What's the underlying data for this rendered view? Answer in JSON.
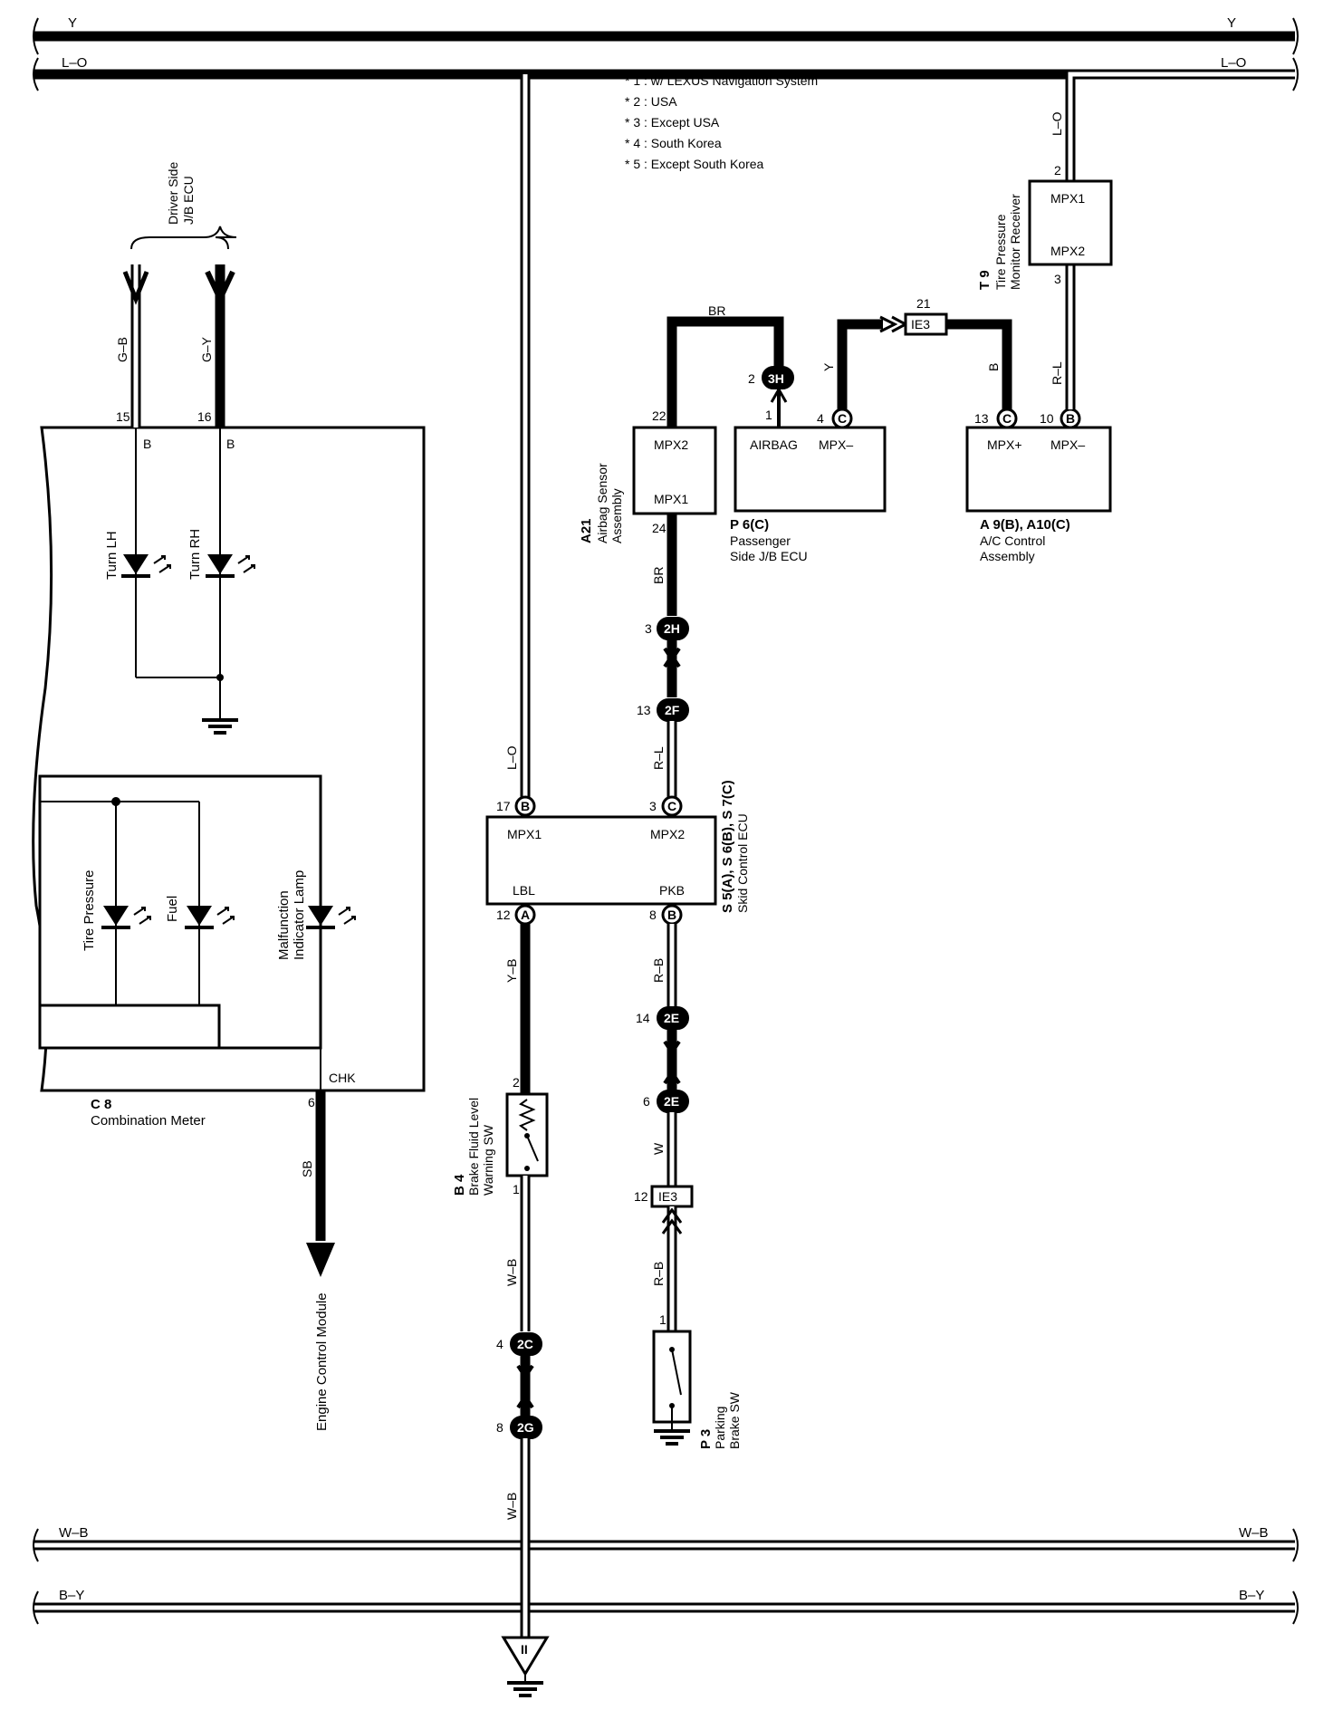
{
  "notes": [
    "* 1 : w/ LEXUS Navigation System",
    "* 2 : USA",
    "* 3 : Except USA",
    "* 4 : South Korea",
    "* 5 : Except South Korea"
  ],
  "buses": {
    "y": "Y",
    "lo": "L–O",
    "wb": "W–B",
    "by": "B–Y"
  },
  "combination_meter": {
    "code": "C 8",
    "name": "Combination Meter",
    "pins": {
      "p15": "15",
      "p16": "16",
      "p6": "6"
    },
    "terminals": {
      "b1": "B",
      "b2": "B",
      "chk": "CHK"
    },
    "lamps": {
      "turn_lh": "Turn LH",
      "turn_rh": "Turn RH",
      "tire_pressure": "Tire Pressure",
      "fuel": "Fuel",
      "malfunction_1": "Malfunction",
      "malfunction_2": "Indicator Lamp"
    },
    "driver_jb_1": "Driver Side",
    "driver_jb_2": "J/B ECU",
    "wire_gb": "G–B",
    "wire_gy": "G–Y",
    "wire_sb": "SB",
    "ecm": "Engine Control Module"
  },
  "airbag_sensor": {
    "code": "A21",
    "name_1": "Airbag Sensor",
    "name_2": "Assembly",
    "mpx2": "MPX2",
    "mpx1": "MPX1",
    "pin22": "22",
    "pin24": "24",
    "wire_br_top": "BR",
    "wire_br_mid": "BR"
  },
  "passenger_jb": {
    "code": "P 6(C)",
    "name_1": "Passenger",
    "name_2": "Side J/B ECU",
    "airbag": "AIRBAG",
    "mpx_minus": "MPX–",
    "conn_3h": "3H",
    "pin2": "2",
    "pin1": "1",
    "pin4": "4",
    "c": "C",
    "wire_y": "Y"
  },
  "ac_control": {
    "code": "A 9(B), A10(C)",
    "name_1": "A/C Control",
    "name_2": "Assembly",
    "mpx_plus": "MPX+",
    "mpx_minus": "MPX–",
    "pin13": "13",
    "pin10": "10",
    "c": "C",
    "b": "B",
    "wire_b": "B",
    "wire_rl": "R–L",
    "ie3": "IE3",
    "pin21": "21"
  },
  "tire_receiver": {
    "code": "T 9",
    "name_1": "Tire Pressure",
    "name_2": "Monitor Receiver",
    "mpx1": "MPX1",
    "mpx2": "MPX2",
    "pin2": "2",
    "pin3": "3",
    "wire_lo": "L–O"
  },
  "skid_ecu": {
    "code": "S 5(A), S 6(B), S 7(C)",
    "name": "Skid Control ECU",
    "mpx1": "MPX1",
    "mpx2": "MPX2",
    "lbl": "LBL",
    "pkb": "PKB",
    "pin17": "17",
    "pin3": "3",
    "pin12": "12",
    "pin8": "8",
    "b_top": "B",
    "c_top": "C",
    "a_bot": "A",
    "b_bot": "B",
    "wire_lo": "L–O",
    "wire_rl": "R–L"
  },
  "connectors": {
    "c2h": "2H",
    "c2h_pin": "3",
    "c2f": "2F",
    "c2f_pin": "13",
    "c2e_a": "2E",
    "c2e_a_pin": "14",
    "c2e_b": "2E",
    "c2e_b_pin": "6",
    "ie3": "IE3",
    "ie3_pin": "12",
    "c2c": "2C",
    "c2c_pin": "4",
    "c2g": "2G",
    "c2g_pin": "8"
  },
  "brake_fluid": {
    "code": "B 4",
    "name_1": "Brake Fluid Level",
    "name_2": "Warning SW",
    "pin2": "2",
    "pin1": "1",
    "wire_yb": "Y–B",
    "wire_wb1": "W–B",
    "wire_wb2": "W–B"
  },
  "parking_brake": {
    "code": "P 3",
    "name_1": "Parking",
    "name_2": "Brake SW",
    "pin1": "1",
    "wire_rb1": "R–B",
    "wire_w": "W",
    "wire_rb2": "R–B"
  },
  "ground_symbol": "II"
}
